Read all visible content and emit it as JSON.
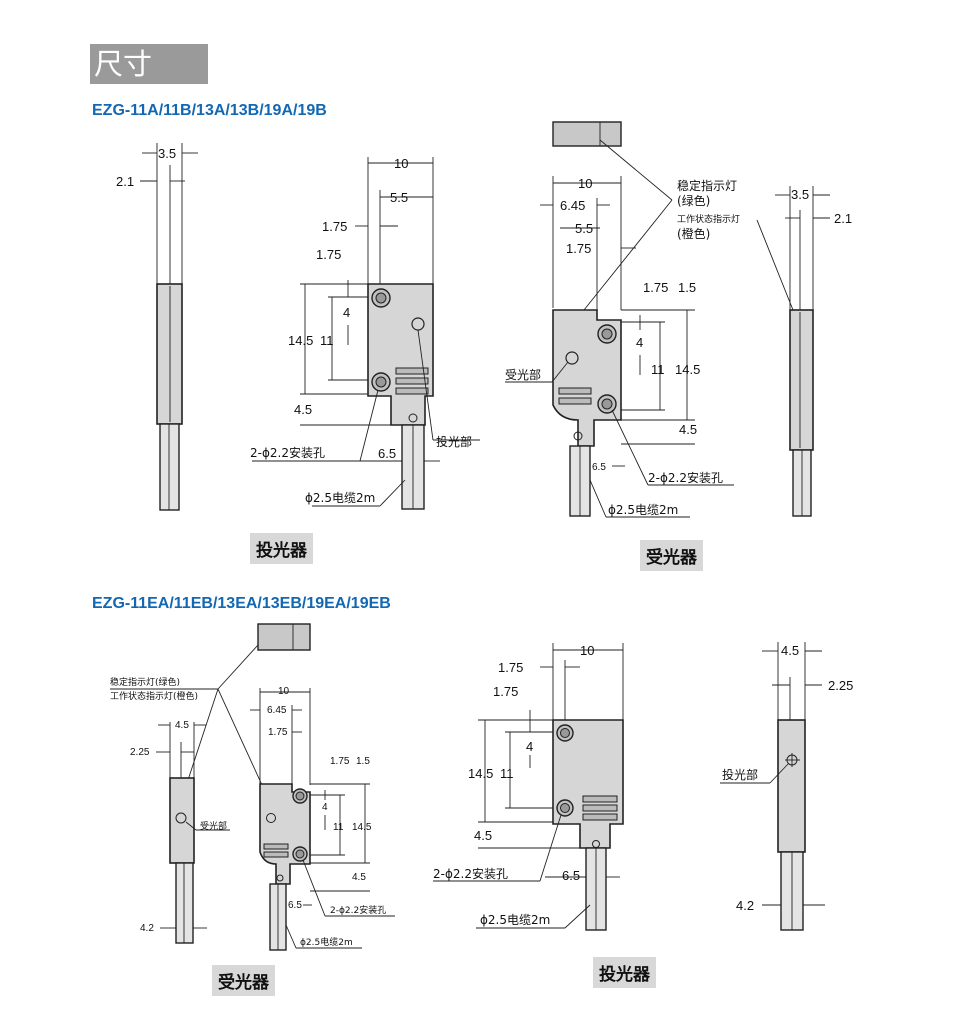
{
  "title": "尺寸图：",
  "section1": {
    "title": "EZG-11A/11B/13A/13B/19A/19B",
    "caption_emitter": "投光器",
    "caption_receiver": "受光器"
  },
  "section2": {
    "title": "EZG-11EA/11EB/13EA/13EB/19EA/19EB",
    "caption_receiver": "受光器",
    "caption_emitter": "投光器"
  },
  "labels": {
    "emitter_part": "投光部",
    "receiver_part": "受光部",
    "mount_hole": "2-ϕ2.2安装孔",
    "cable": "ϕ2.5电缆2m",
    "stable_led": "稳定指示灯",
    "green": "(绿色)",
    "work_led": "工作状态指示灯",
    "orange": "(橙色)",
    "stable_led_green": "稳定指示灯(绿色)",
    "work_led_orange": "工作状态指示灯(橙色)"
  },
  "dims": {
    "d10": "10",
    "d5_5": "5.5",
    "d1_75": "1.75",
    "d1_5": "1.5",
    "d4": "4",
    "d11": "11",
    "d14_5": "14.5",
    "d4_5": "4.5",
    "d6_5": "6.5",
    "d6_45": "6.45",
    "d3_5": "3.5",
    "d2_1": "2.1",
    "d2_25": "2.25",
    "d4_2": "4.2"
  }
}
